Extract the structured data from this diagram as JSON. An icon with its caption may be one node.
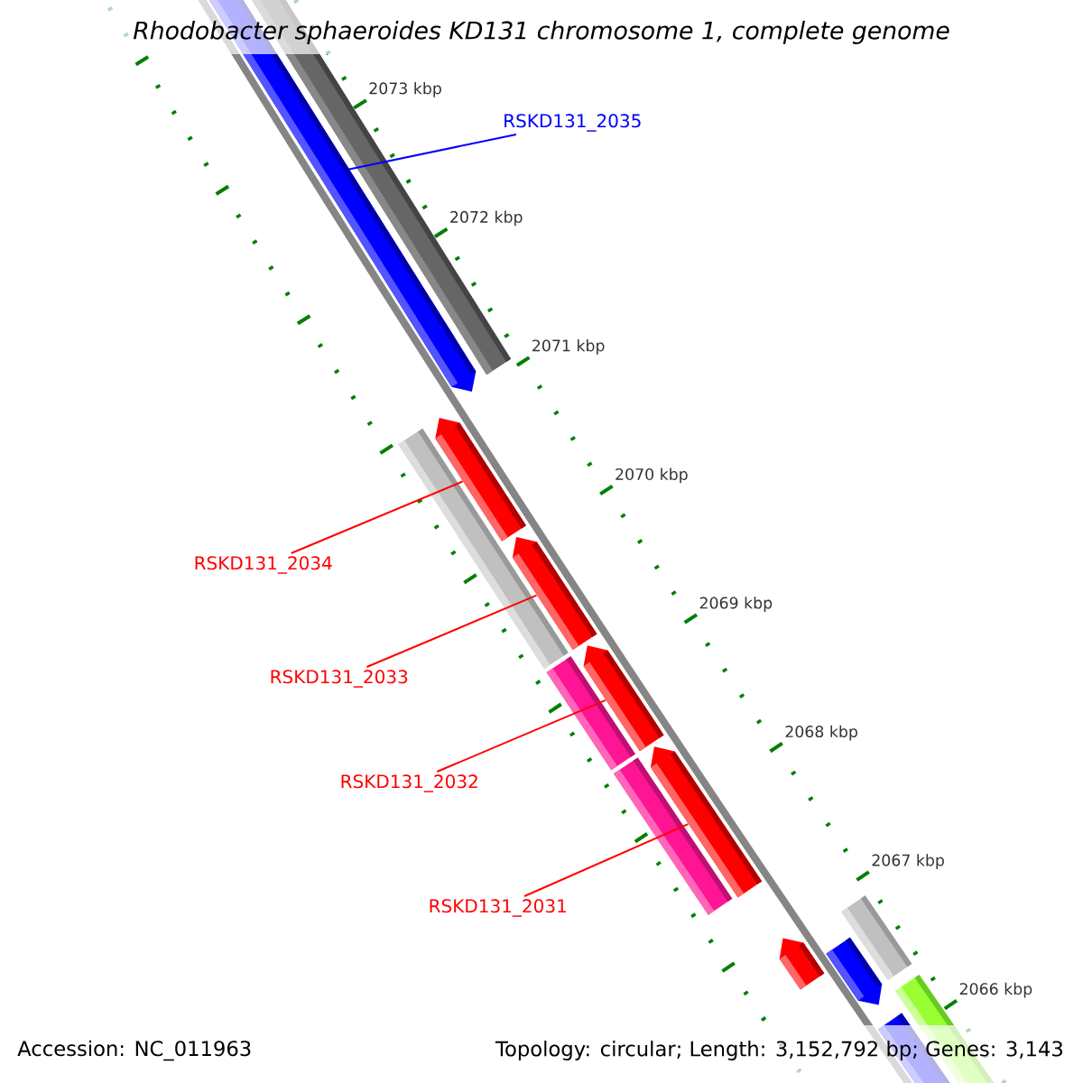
{
  "diagram": {
    "title": "Rhodobacter sphaeroides KD131 chromosome 1, complete genome",
    "nodes": [
      {
        "text": [
          "RSKD131_2035"
        ]
      },
      {
        "text": [],
        "shape": "bar"
      },
      {
        "text": [
          "RSKD131_2034"
        ]
      },
      {
        "text": [
          "RSKD131_2033"
        ]
      },
      {
        "text": [
          "RSKD131_2032"
        ]
      },
      {
        "text": [
          "RSKD131_2031"
        ]
      },
      {
        "text": [],
        "shape": "bar"
      },
      {
        "text": [],
        "shape": "bar"
      },
      {
        "text": [],
        "shape": "bar"
      },
      {
        "text": [],
        "shape": "bar"
      }
    ],
    "edges": [
      {
        "from": 0,
        "to": 1,
        "arrow": "none",
        "color": "#0000ff"
      },
      {
        "from": 2,
        "to": 6,
        "arrow": "none"
      },
      {
        "from": 3,
        "to": 7,
        "arrow": "none"
      },
      {
        "from": 4,
        "to": 8,
        "arrow": "none"
      },
      {
        "from": 5,
        "to": 9,
        "arrow": "none"
      }
    ],
    "labels": [
      "2073 kbp",
      "2072 kbp",
      "2071 kbp",
      "2070 kbp",
      "2069 kbp",
      "2068 kbp",
      "2067 kbp",
      "2066 kbp",
      "Accession: NC_011963",
      "Topology: circular; Length: 3,152,792 bp; Genes: 3,143"
    ]
  }
}
